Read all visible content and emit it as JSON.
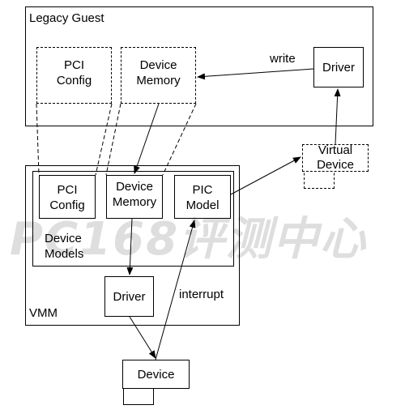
{
  "guest": {
    "title": "Legacy Guest",
    "pci_config": [
      "PCI",
      "Config"
    ],
    "device_memory": [
      "Device",
      "Memory"
    ],
    "write_label": "write",
    "driver": "Driver"
  },
  "virtual_device": [
    "Virtual",
    "Device"
  ],
  "vmm": {
    "title": "VMM",
    "pci_config": [
      "PCI",
      "Config"
    ],
    "device_memory": [
      "Device",
      "Memory"
    ],
    "pic_model": [
      "PIC",
      "Model"
    ],
    "device_models": [
      "Device",
      "Models"
    ],
    "driver": "Driver",
    "interrupt_label": "interrupt"
  },
  "device": "Device",
  "watermark": "PC168评测中心"
}
